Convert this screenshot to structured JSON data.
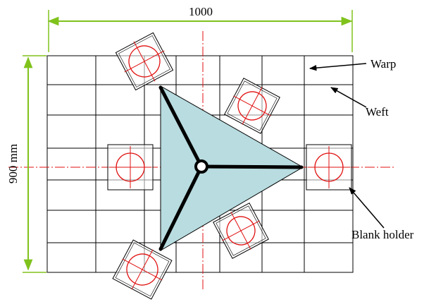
{
  "dimensions": {
    "width_label": "1000",
    "height_label": "900 mm"
  },
  "annotations": {
    "warp": "Warp",
    "weft": "Weft",
    "blank_holder": "Blank holder"
  },
  "colors": {
    "grid_line": "#000000",
    "dimension_arrow": "#80c21c",
    "center_line": "#e01010",
    "triangle_fill": "#b8dce0",
    "spoke": "#000000",
    "holder_box": "#000000",
    "holder_target": "#e01010"
  }
}
